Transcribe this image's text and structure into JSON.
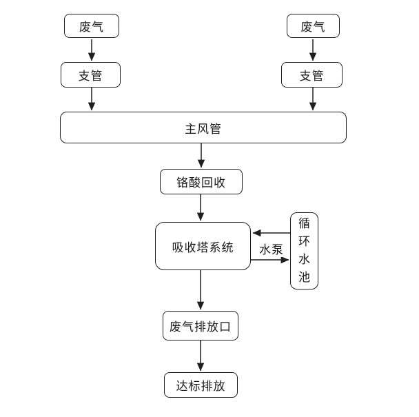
{
  "diagram": {
    "type": "flowchart",
    "background_color": "#ffffff",
    "line_color": "#1f1f1f",
    "box_fill_color": "#ffffff",
    "text_color": "#1a1a1a",
    "nodes": {
      "waste_gas_left": {
        "label": "废气"
      },
      "waste_gas_right": {
        "label": "废气"
      },
      "branch_pipe_left": {
        "label": "支管"
      },
      "branch_pipe_right": {
        "label": "支管"
      },
      "main_duct": {
        "label": "主风管"
      },
      "chromic_recovery": {
        "label": "铬酸回收"
      },
      "absorption_tower": {
        "label": "吸收塔系统"
      },
      "circulating_pool": {
        "label": "循环水池"
      },
      "outlet": {
        "label": "废气排放口"
      },
      "standard_discharge": {
        "label": "达标排放"
      }
    },
    "edge_labels": {
      "water_pump": "水泵"
    },
    "edges": [
      {
        "from": "waste_gas_left",
        "to": "branch_pipe_left"
      },
      {
        "from": "waste_gas_right",
        "to": "branch_pipe_right"
      },
      {
        "from": "branch_pipe_left",
        "to": "main_duct"
      },
      {
        "from": "branch_pipe_right",
        "to": "main_duct"
      },
      {
        "from": "main_duct",
        "to": "chromic_recovery"
      },
      {
        "from": "chromic_recovery",
        "to": "absorption_tower"
      },
      {
        "from": "circulating_pool",
        "to": "absorption_tower"
      },
      {
        "from": "absorption_tower",
        "to": "circulating_pool",
        "label": "水泵"
      },
      {
        "from": "absorption_tower",
        "to": "outlet"
      },
      {
        "from": "outlet",
        "to": "standard_discharge"
      }
    ]
  }
}
